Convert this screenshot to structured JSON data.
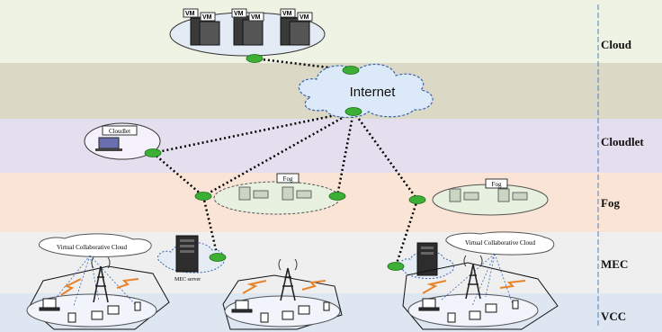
{
  "layers": [
    {
      "label": "Cloud",
      "color": "#eef3e4"
    },
    {
      "label": "",
      "color": "#dcd8c6"
    },
    {
      "label": "Cloudlet",
      "color": "#e4dfee"
    },
    {
      "label": "Fog",
      "color": "#fae4d6"
    },
    {
      "label": "MEC",
      "color": "#efefef"
    },
    {
      "label": "VCC",
      "color": "#dde6f1"
    }
  ],
  "cloud": {
    "vm_label": "VM"
  },
  "internet": {
    "label": "Internet"
  },
  "cloudlet": {
    "label": "Cloudlet"
  },
  "fog_left": {
    "label": "Fog"
  },
  "fog_right": {
    "label": "Fog"
  },
  "mec_left": {
    "server_label": "MEC server"
  },
  "vcc_left": {
    "label": "Virtual Collaborative Cloud"
  },
  "vcc_right": {
    "label": "Virtual Collaborative Cloud"
  },
  "colors": {
    "router": "#3cb034",
    "link": "#000000",
    "divider": "#4a7fc0",
    "tower": "#222222"
  }
}
